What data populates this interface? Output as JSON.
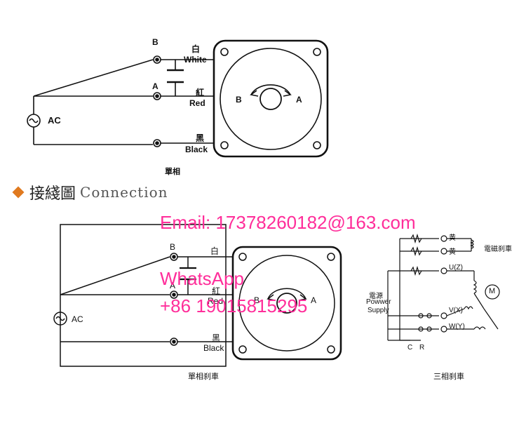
{
  "heading": {
    "title": "接綫圖",
    "subtitle": "Connection"
  },
  "top_diagram": {
    "caption": "單相",
    "source_label": "AC",
    "terminals": [
      {
        "letter": "B",
        "chinese": "白",
        "english": "White"
      },
      {
        "letter": "A",
        "chinese": "紅",
        "english": "Red"
      },
      {
        "letter": "",
        "chinese": "黑",
        "english": "Black"
      }
    ],
    "rotation_left": "B",
    "rotation_right": "A"
  },
  "bottom_diagram": {
    "caption": "單相刹車",
    "source_label": "AC",
    "terminals": [
      {
        "letter": "B",
        "chinese": "白",
        "english": ""
      },
      {
        "letter": "A",
        "chinese": "紅",
        "english": "Red"
      },
      {
        "letter": "",
        "chinese": "黑",
        "english": "Black"
      }
    ],
    "rotation_left": "B",
    "rotation_right": "A"
  },
  "three_phase": {
    "caption": "三相刹車",
    "brake_label": "電磁刹車",
    "yellow_1": "黄",
    "yellow_2": "黄",
    "power_chinese": "電源",
    "power_en_1": "Powwer",
    "power_en_2": "Supply",
    "u_label": "U(Z)",
    "v_label": "V(X)",
    "w_label": "W(Y)",
    "motor_label": "M",
    "c_label": "C",
    "r_label": "R"
  },
  "watermark": {
    "email": "Email: 17378260182@163.com",
    "whatsapp": "WhatsApp",
    "phone": "+86 19015815295"
  }
}
